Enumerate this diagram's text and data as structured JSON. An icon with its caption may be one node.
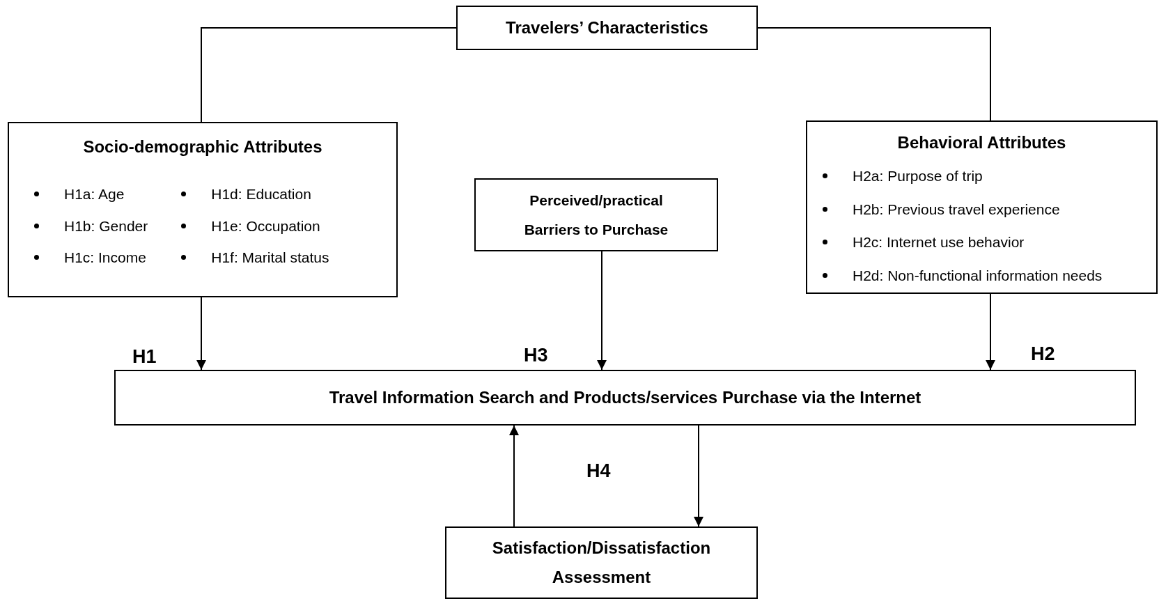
{
  "diagram": {
    "nodes": [
      {
        "text": [
          "Travelers’ Characteristics"
        ]
      },
      {
        "text": [
          "Socio-demographic Attributes",
          "H1a: Age",
          "H1b: Gender",
          "H1c: Income",
          "H1d: Education",
          "H1e: Occupation",
          "H1f: Marital status"
        ]
      },
      {
        "text": [
          "Perceived/practical Barriers to Purchase"
        ]
      },
      {
        "text": [
          "Behavioral Attributes",
          "H2a: Purpose of trip",
          "H2b: Previous travel experience",
          "H2c: Internet use behavior",
          "H2d: Non-functional information needs"
        ]
      },
      {
        "text": [
          "Travel Information Search and Products/services Purchase via the Internet"
        ]
      },
      {
        "text": [
          "Satisfaction/Dissatisfaction Assessment"
        ]
      }
    ],
    "edges": [
      {
        "from": 0,
        "to": 1,
        "arrow": "none"
      },
      {
        "from": 0,
        "to": 3,
        "arrow": "none"
      },
      {
        "from": 1,
        "to": 4,
        "arrow": "to",
        "label": "H1"
      },
      {
        "from": 2,
        "to": 4,
        "arrow": "to",
        "label": "H3"
      },
      {
        "from": 3,
        "to": 4,
        "arrow": "to",
        "label": "H2"
      },
      {
        "from": 5,
        "to": 4,
        "arrow": "to"
      },
      {
        "from": 4,
        "to": 5,
        "arrow": "to"
      }
    ],
    "labels": [
      "H4"
    ]
  }
}
